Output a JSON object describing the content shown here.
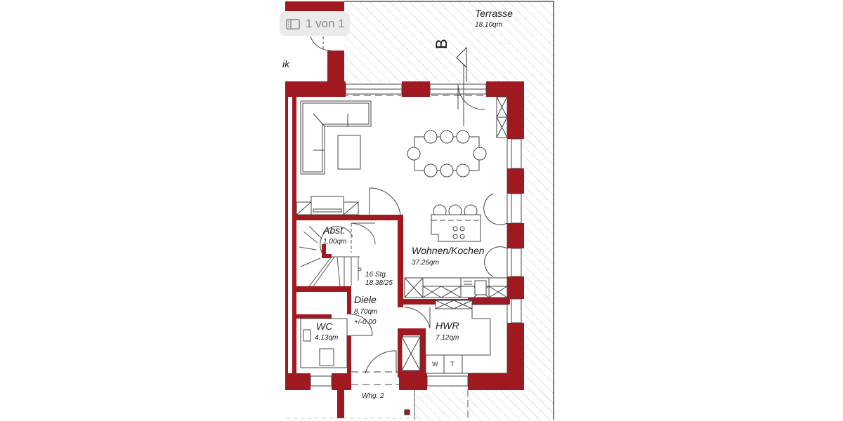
{
  "viewer": {
    "page_indicator": "1 von 1",
    "page_icon": "sidebar-thumbnails-icon"
  },
  "colors": {
    "wall": "#a01820",
    "line": "#3a3a3a",
    "hatch": "#c8c8c8",
    "background": "#ffffff"
  },
  "plan": {
    "section_marker": "B",
    "partial_label": "ik",
    "rooms": [
      {
        "name": "Terrasse",
        "area": "18.10qm"
      },
      {
        "name": "Wohnen/Kochen",
        "area": "37.26qm"
      },
      {
        "name": "Abst.",
        "area": "1.00qm"
      },
      {
        "name": "Diele",
        "area": "8.70qm",
        "level": "+/-0.00"
      },
      {
        "name": "WC",
        "area": "4.13qm"
      },
      {
        "name": "HWR",
        "area": "7.12qm"
      }
    ],
    "stairs": {
      "steps": "16 Stg.",
      "dimension": "18.38/25"
    },
    "entrance_label": "Whg. 2",
    "appliances": {
      "washer": "W",
      "dryer": "T"
    }
  }
}
